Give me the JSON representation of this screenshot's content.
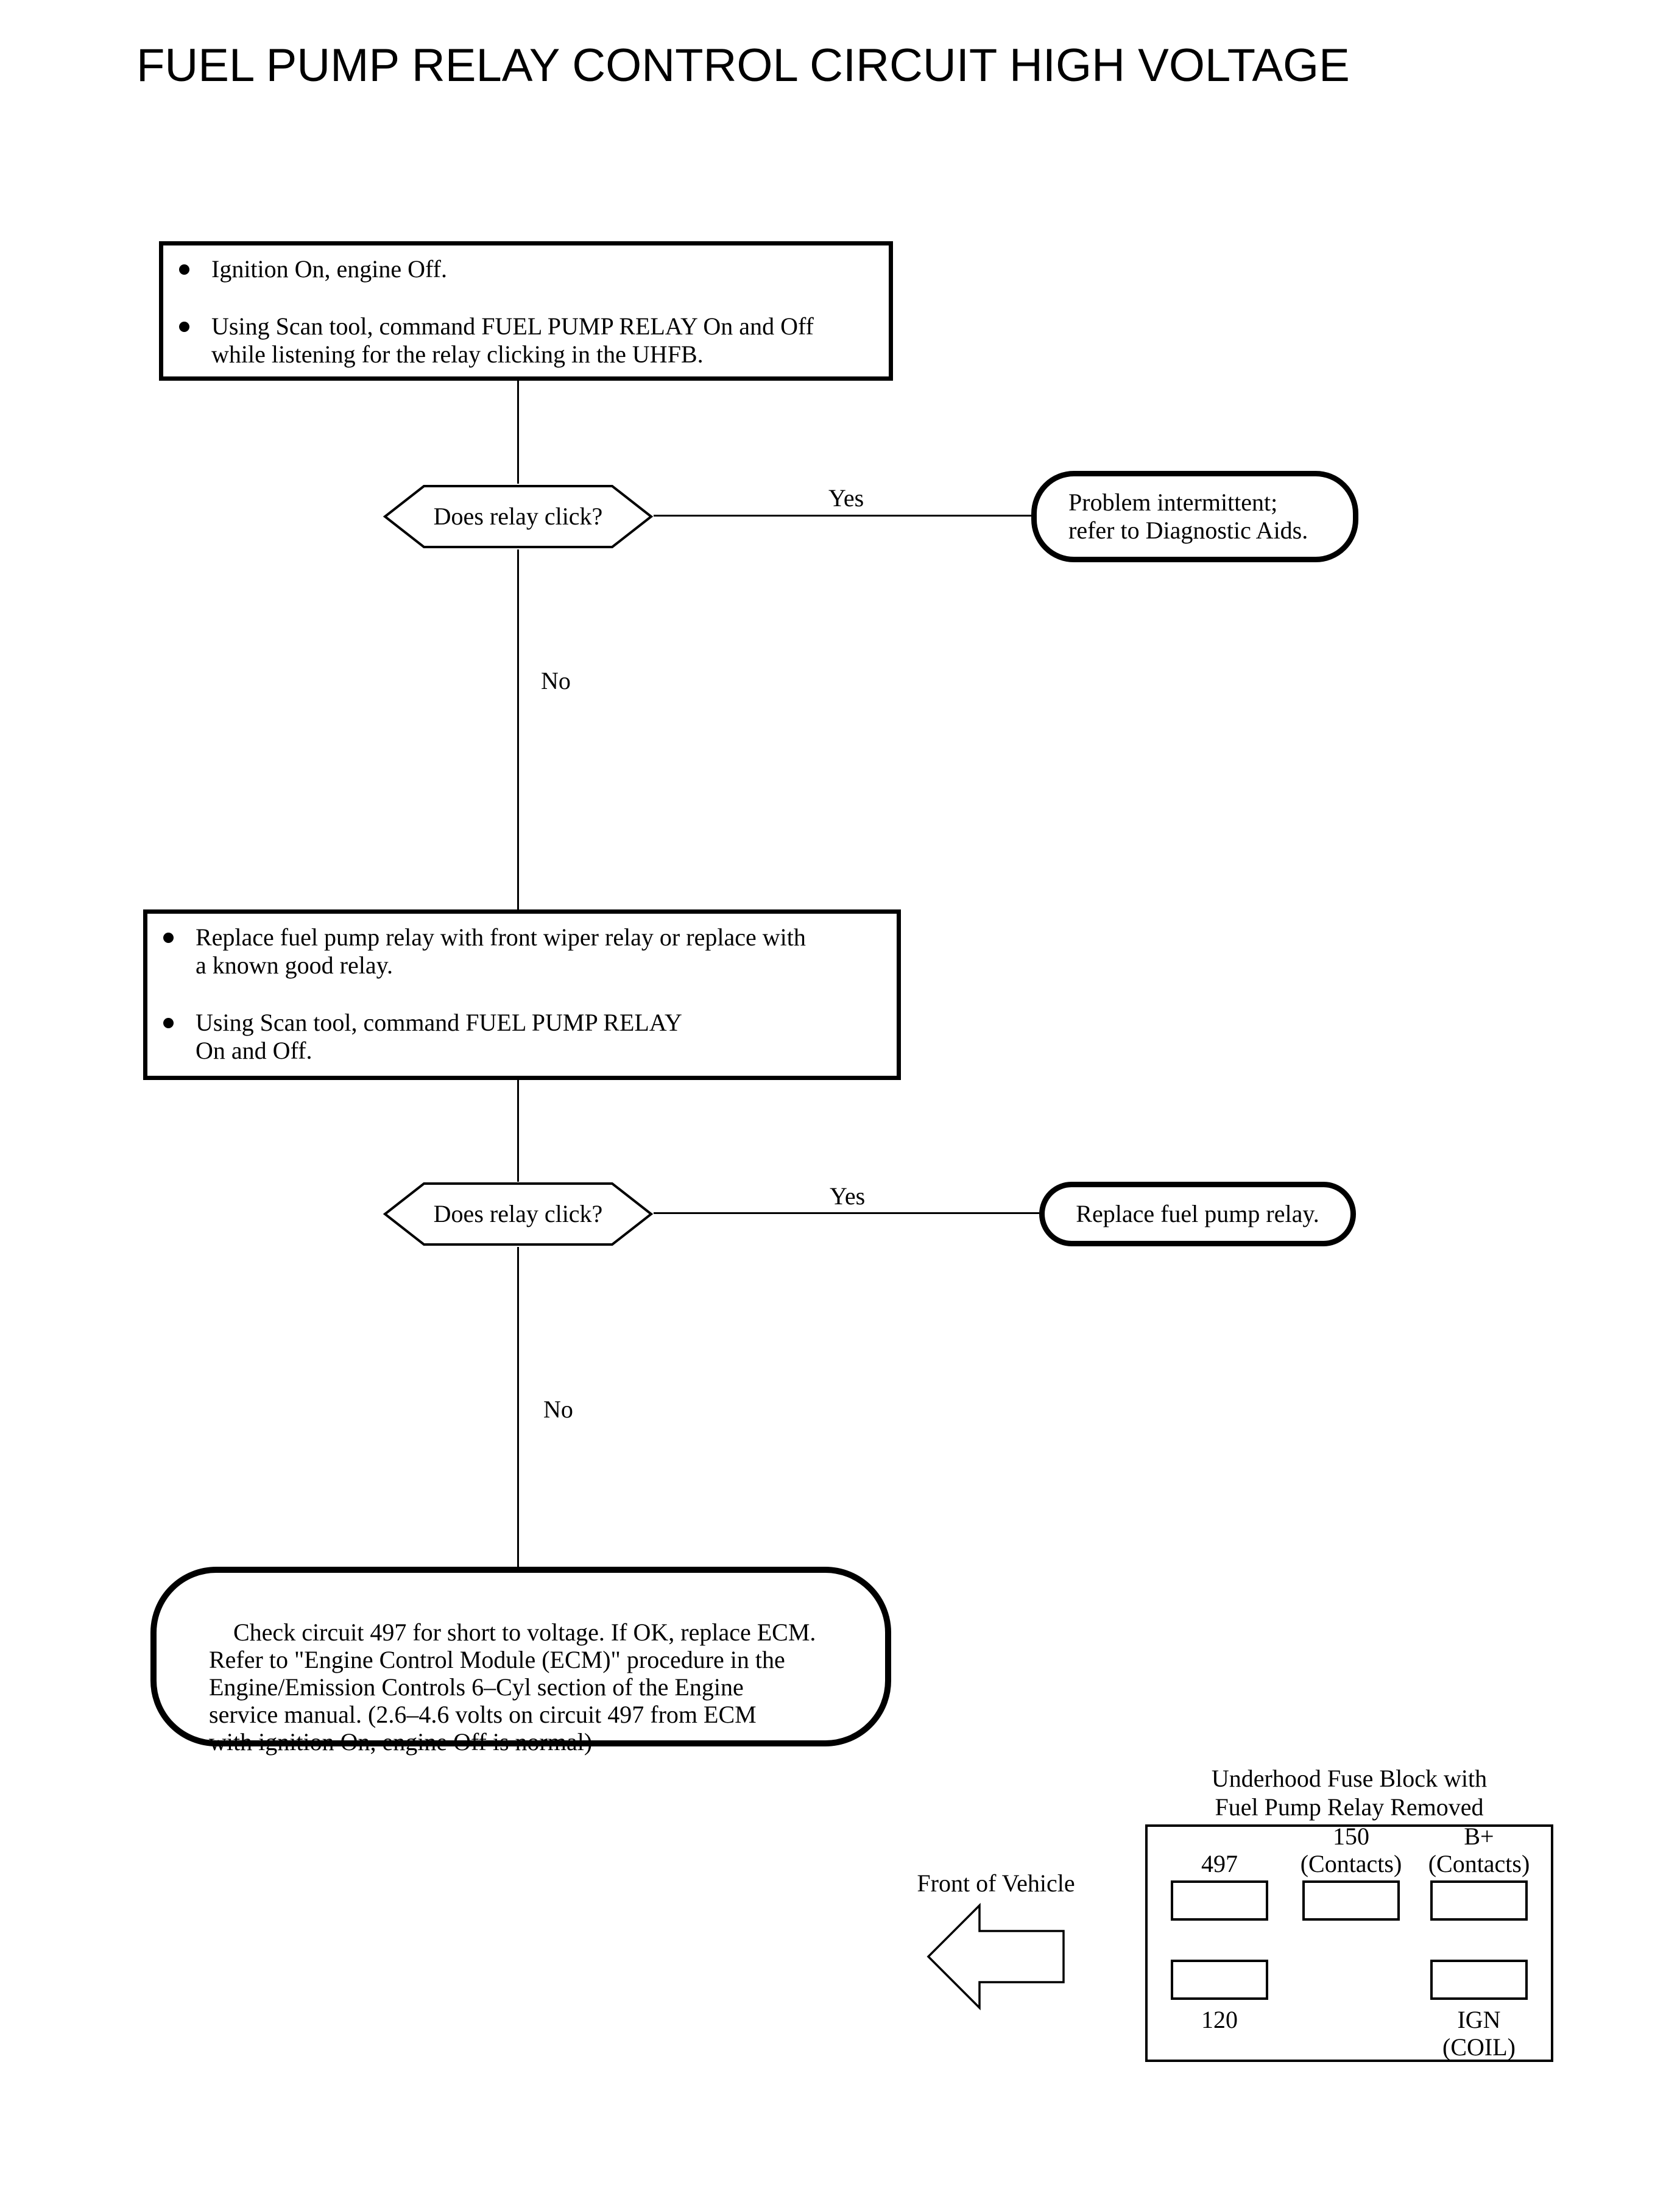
{
  "page_title": "FUEL PUMP RELAY CONTROL CIRCUIT HIGH VOLTAGE",
  "flowchart": {
    "step1": {
      "bullets": [
        {
          "text": "Ignition On, engine Off."
        },
        {
          "text": "Using Scan tool, command FUEL PUMP RELAY On and Off\nwhile listening for the relay clicking in the UHFB."
        }
      ]
    },
    "decision1": {
      "question": "Does relay click?",
      "yes_label": "Yes",
      "no_label": "No",
      "yes_result": "Problem intermittent;\nrefer to Diagnostic Aids."
    },
    "step2": {
      "bullets": [
        {
          "text": "Replace fuel pump relay with front wiper relay or replace with\na known good relay."
        },
        {
          "text": "Using Scan tool, command FUEL PUMP RELAY\nOn and Off."
        }
      ]
    },
    "decision2": {
      "question": "Does relay click?",
      "yes_label": "Yes",
      "no_label": "No",
      "yes_result": "Replace fuel pump relay."
    },
    "final_action": "Check circuit 497 for short to voltage. If OK, replace ECM.\nRefer to \"Engine Control Module (ECM)\" procedure in the\nEngine/Emission Controls 6–Cyl section of the Engine\nservice manual. (2.6–4.6 volts on circuit 497 from ECM\nwith ignition On, engine Off is normal)"
  },
  "fuse_block": {
    "caption": "Underhood Fuse Block with\nFuel Pump Relay Removed",
    "front_of_vehicle_label": "Front of Vehicle",
    "cavity_labels": {
      "top_left": "497",
      "top_middle": "150\n(Contacts)",
      "top_right": "B+\n(Contacts)",
      "bottom_left": "120",
      "bottom_right": "IGN\n(COIL)"
    }
  },
  "colors": {
    "ink": "#000000",
    "paper": "#ffffff"
  }
}
